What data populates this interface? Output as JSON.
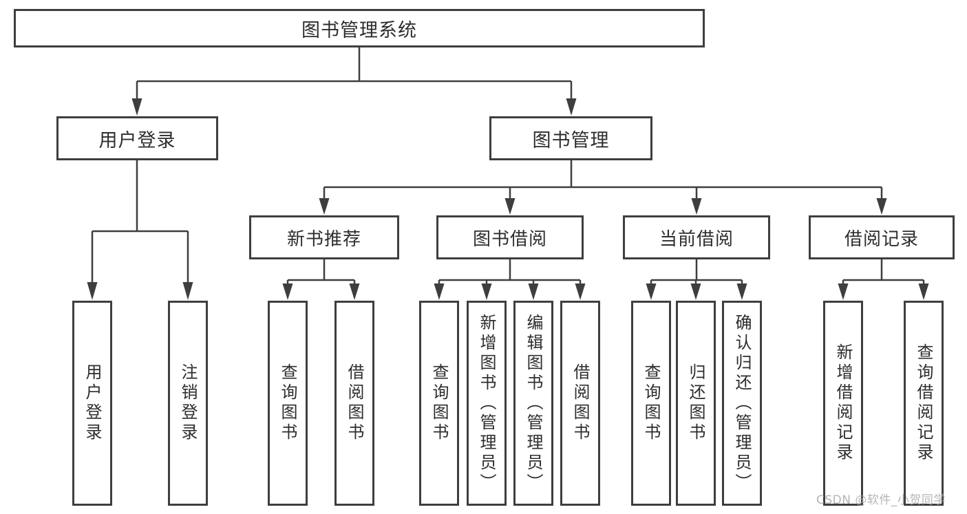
{
  "diagram": {
    "root": {
      "label": "图书管理系统"
    },
    "level2": [
      {
        "label": "用户登录"
      },
      {
        "label": "图书管理"
      }
    ],
    "level3": [
      {
        "label": "新书推荐"
      },
      {
        "label": "图书借阅"
      },
      {
        "label": "当前借阅"
      },
      {
        "label": "借阅记录"
      }
    ],
    "leaves": {
      "user_login": [
        {
          "label": "用户登录"
        },
        {
          "label": "注销登录"
        }
      ],
      "new_book_recommend": [
        {
          "label": "查询图书"
        },
        {
          "label": "借阅图书"
        }
      ],
      "book_borrow": [
        {
          "label": "查询图书"
        },
        {
          "label": "新增图书（管理员）"
        },
        {
          "label": "编辑图书（管理员）"
        },
        {
          "label": "借阅图书"
        }
      ],
      "current_borrow": [
        {
          "label": "查询图书"
        },
        {
          "label": "归还图书"
        },
        {
          "label": "确认归还（管理员）"
        }
      ],
      "borrow_records": [
        {
          "label": "新增借阅记录"
        },
        {
          "label": "查询借阅记录"
        }
      ]
    }
  },
  "watermark": {
    "text": "CSDN @软件_小贺同学"
  },
  "colors": {
    "line": "#3e3e3e",
    "box_border": "#3e3e3e",
    "text": "#2d2d2d",
    "watermark": "#a8a8a8",
    "background": "#ffffff"
  }
}
